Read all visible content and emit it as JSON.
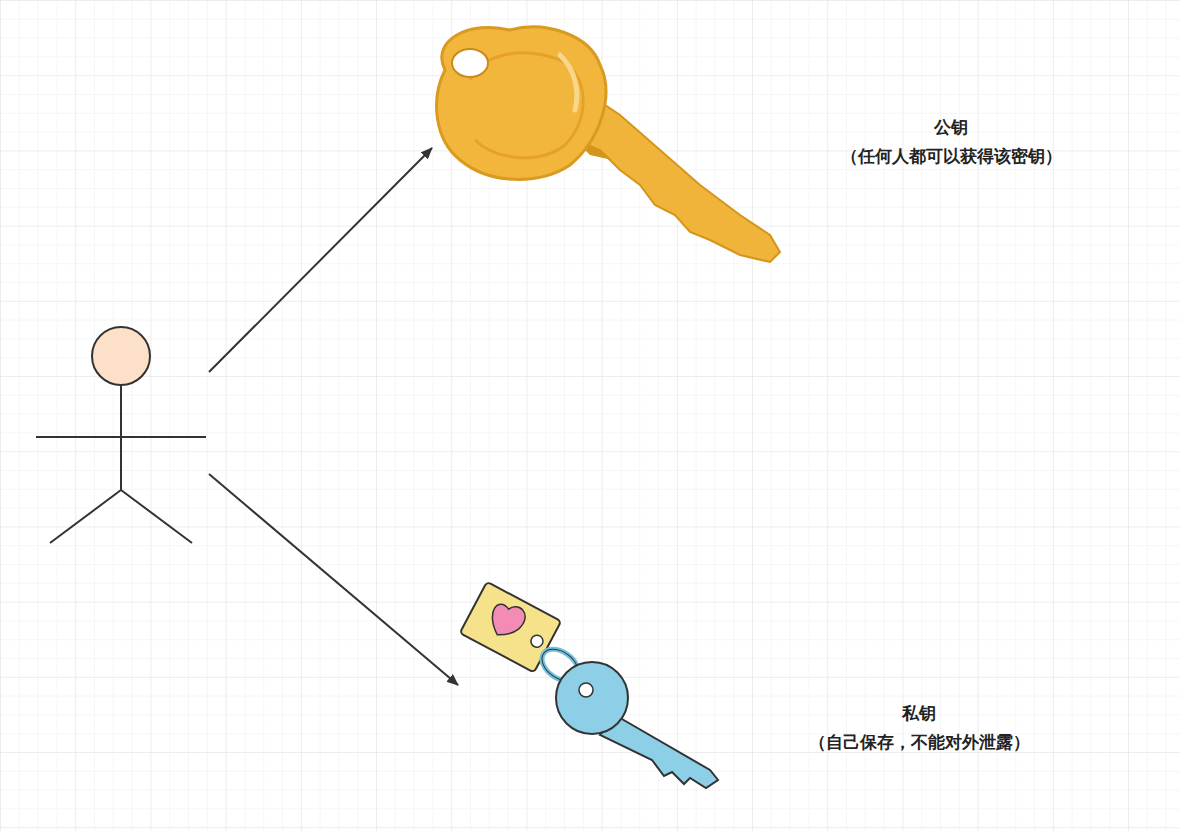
{
  "diagram": {
    "labels": [
      "公钥",
      "（任何人都可以获得该密钥）",
      "私钥",
      "（自己保存，不能对外泄露）"
    ]
  }
}
